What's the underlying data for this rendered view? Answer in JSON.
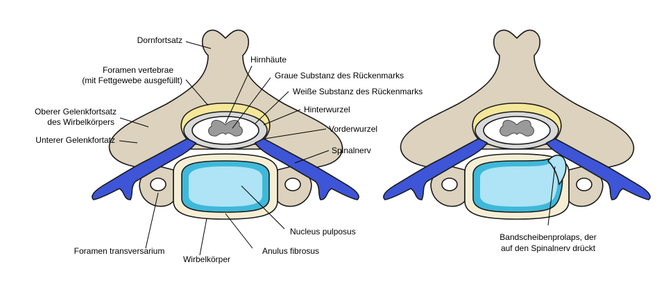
{
  "colors": {
    "bone": "#dcd2bd",
    "bone_shadow": "#c8bca3",
    "fat": "#f4e79a",
    "csf": "#d9d9d9",
    "cord": "#ffffff",
    "grey_matter": "#9a9a9a",
    "nerve": "#3d55d6",
    "annulus": "#f5eed5",
    "nucleus_outer": "#3fb8d9",
    "nucleus_inner": "#aee4f5"
  },
  "labels_left": {
    "dornfortsatz": "Dornfortsatz",
    "foramen_vertebrae_1": "Foramen vertebrae",
    "foramen_vertebrae_2": "(mit Fettgewebe ausgefüllt)",
    "oberer_1": "Oberer Gelenkfortsatz",
    "oberer_2": "des Wirbelkörpers",
    "unterer": "Unterer Gelenkfortatz",
    "foramen_transversarium": "Foramen transversarium",
    "wirbelkoerper": "Wirbelkörper",
    "anulus": "Anulus fibrosus",
    "nucleus": "Nucleus pulposus"
  },
  "labels_right": {
    "hirnhaeute": "Hirnhäute",
    "graue": "Graue Substanz des Rückenmarks",
    "weisse": "Weiße Substanz des Rückenmarks",
    "hinterwurzel": "Hinterwurzel",
    "vorderwurzel": "Vorderwurzel",
    "spinalnerv": "Spinalnerv"
  },
  "labels_prolaps": {
    "line1": "Bandscheibenprolaps, der",
    "line2": "auf den Spinalnerv drückt"
  }
}
